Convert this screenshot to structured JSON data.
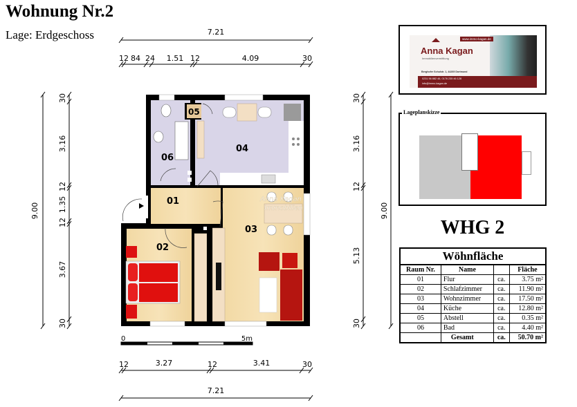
{
  "header": {
    "title": "Wohnung Nr.2",
    "subtitle": "Lage: Erdgeschoss"
  },
  "dimensions": {
    "top_total": "7.21",
    "top_segments": [
      "12",
      "84",
      "24",
      "1.51",
      "12",
      "4.09",
      "30"
    ],
    "bottom_segments": [
      "12",
      "3.27",
      "12",
      "3.41",
      "30"
    ],
    "bottom_total": "7.21",
    "left_total": "9.00",
    "left_segments": [
      "30",
      "3.16",
      "12",
      "1.35",
      "12",
      "3.67",
      "30"
    ],
    "right_segments": [
      "30",
      "3.16",
      "12",
      "5.13",
      "30"
    ],
    "right_total": "9.00"
  },
  "scale_bar": {
    "start": "0",
    "end": "5m"
  },
  "rooms": {
    "r01": "01",
    "r02": "02",
    "r03": "03",
    "r04": "04",
    "r05": "05",
    "r06": "06"
  },
  "watermark": {
    "line1": "Anna Kagan",
    "line2": "Immobilien"
  },
  "logo": {
    "name": "Anna Kagan",
    "tagline": "Immobilienvermittlung",
    "url": "www.immo-kagan.de",
    "address": "Berghofer Schulstr. 1, 44269 Dortmund",
    "phone": "0231 56 882 46, 0176 235 46 128",
    "email": "info@immo-kagan.de",
    "brand_color": "#7a1b1d"
  },
  "site_plan": {
    "label": "Lageplanskizze",
    "highlight_color": "#ff0000",
    "neighbor_color": "#c8c8c8"
  },
  "unit_label": "WHG 2",
  "area_table": {
    "title": "Wöhnfläche",
    "headers": [
      "Raum Nr.",
      "Name",
      "",
      "Fläche"
    ],
    "rows": [
      [
        "01",
        "Flur",
        "ca.",
        "3.75 m²"
      ],
      [
        "02",
        "Schlafzimmer",
        "ca.",
        "11.90 m²"
      ],
      [
        "03",
        "Wohnzimmer",
        "ca.",
        "17.50 m²"
      ],
      [
        "04",
        "Küche",
        "ca.",
        "12.80 m²"
      ],
      [
        "05",
        "Abstell",
        "ca.",
        "0.35 m²"
      ],
      [
        "06",
        "Bad",
        "ca.",
        "4.40 m²"
      ]
    ],
    "total": [
      "",
      "Gesamt",
      "ca.",
      "50.70 m²"
    ]
  }
}
